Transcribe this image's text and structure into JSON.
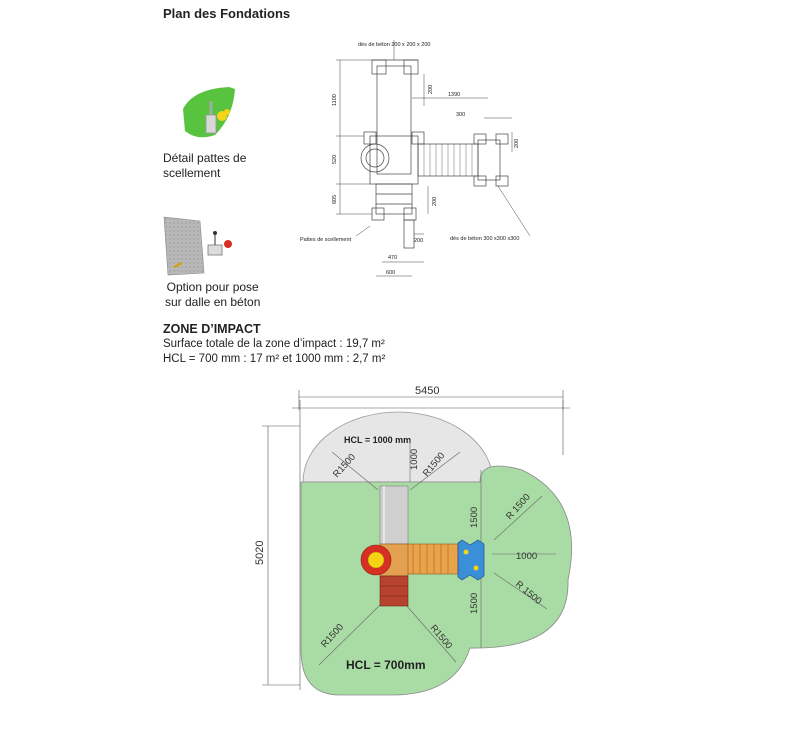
{
  "foundation": {
    "title": "Plan des Fondations",
    "detail_caption_1": "Détail pattes de",
    "detail_caption_2": "scellement",
    "option_caption_1": "Option  pour pose",
    "option_caption_2": "sur dalle en béton",
    "label_des_top": "dés de béton 200 x 200 x 200",
    "label_pattes": "Pattes de scellement",
    "label_des_bottom": "dés de béton 300 x300 x300",
    "dims": {
      "d1100": "1100",
      "d200_top": "200",
      "d1390": "1390",
      "d300": "300",
      "d200_right": "200",
      "d520": "520",
      "d605": "605",
      "d200_mid": "200",
      "d200_bottom": "200",
      "d470": "470",
      "d600": "600"
    }
  },
  "impact": {
    "title": "ZONE D’IMPACT",
    "surface": "Surface totale de la zone d’impact : 19,7 m²",
    "hcl": "HCL = 700 mm : 17 m² et 1000 mm : 2,7 m²",
    "width": "5450",
    "height": "5020",
    "hcl_1000": "HCL = 1000 mm",
    "hcl_700": "HCL = 700mm",
    "r_tl": "R1500",
    "r_tr": "R1500",
    "r_rt": "R 1500",
    "r_rb": "R 1500",
    "r_bl": "R1500",
    "r_br": "R1500",
    "d1000_top": "1000",
    "d1000_right": "1000",
    "d1500_top": "1500",
    "d1500_bottom": "1500"
  },
  "colors": {
    "zone_green": "#a9dca5",
    "zone_grey": "#e6e6e6",
    "green_panel": "#58c33e",
    "red_flower": "#d63025",
    "yellow": "#f5d316",
    "blue_panel": "#3a8fd8",
    "orange_bridge": "#e9a34a",
    "brown_steps": "#b5432e"
  },
  "icons": [
    "leaf-panel-icon",
    "concrete-slab-icon"
  ]
}
